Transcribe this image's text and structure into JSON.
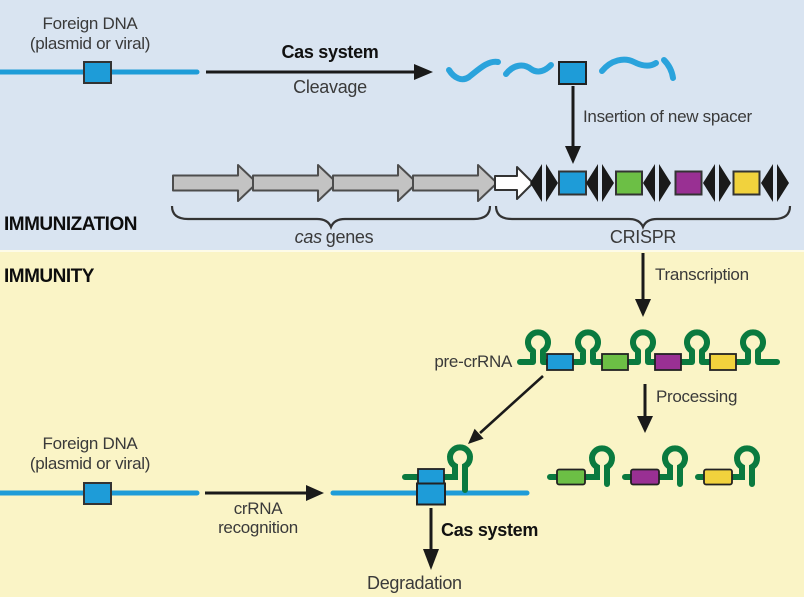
{
  "colors": {
    "immunization_bg": "#d9e4f1",
    "immunity_bg": "#faf4c6",
    "dna_blue": "#1e9cd8",
    "fragment_blue": "#2aa3dc",
    "gene_gray": "#c3c3c3",
    "gene_outline": "#4d4d4d",
    "leader_white": "#ffffff",
    "repeat_black": "#1a1a1a",
    "spacer_blue": "#1e9cd8",
    "spacer_green": "#6cbf45",
    "spacer_purple": "#993093",
    "spacer_yellow": "#f1d23d",
    "rna_green": "#0a7a3f",
    "arrow_black": "#1a1a1a",
    "outline_dark": "#333333",
    "text": "#3a3a3a"
  },
  "immunization": {
    "section_label": "IMMUNIZATION",
    "foreign_dna": {
      "line1": "Foreign DNA",
      "line2": "(plasmid or viral)"
    },
    "cleavage_arrow": {
      "top_label": "Cas system",
      "bottom_label": "Cleavage"
    },
    "insertion_label": "Insertion of new spacer",
    "cas_genes_label": {
      "italic": "cas",
      "rest": "genes"
    },
    "crispr_label": "CRISPR"
  },
  "immunity": {
    "section_label": "IMMUNITY",
    "transcription_label": "Transcription",
    "pre_crrna_label": "pre-crRNA",
    "processing_label": "Processing",
    "foreign_dna": {
      "line1": "Foreign DNA",
      "line2": "(plasmid or viral)"
    },
    "recognition_label": {
      "line1": "crRNA",
      "line2": "recognition"
    },
    "cas_system_label": "Cas system",
    "degradation_label": "Degradation"
  }
}
